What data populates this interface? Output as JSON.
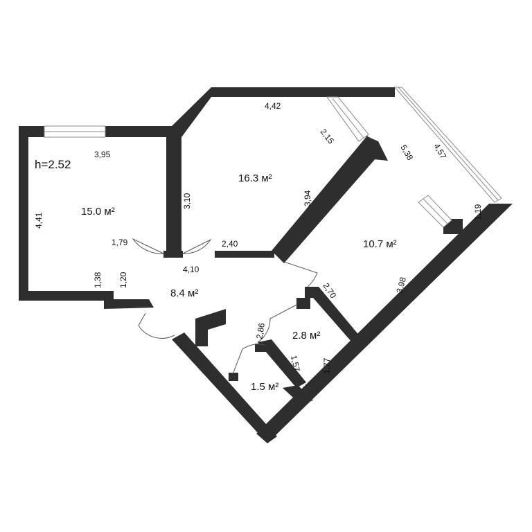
{
  "ceiling_height": "h=2.52",
  "rooms": [
    {
      "id": "room-left",
      "area": "15.0 м²"
    },
    {
      "id": "room-top",
      "area": "16.3 м²"
    },
    {
      "id": "room-right",
      "area": "10.7 м²"
    },
    {
      "id": "hall",
      "area": "8.4 м²"
    },
    {
      "id": "bath",
      "area": "2.8 м²"
    },
    {
      "id": "wc",
      "area": "1.5 м²"
    }
  ],
  "dimensions": {
    "d_395": "3,95",
    "d_441": "4,41",
    "d_179": "1,79",
    "d_138": "1,38",
    "d_120": "1,20",
    "d_442": "4,42",
    "d_215": "2,15",
    "d_310": "3,10",
    "d_394": "3,94",
    "d_240": "2,40",
    "d_410": "4,10",
    "d_538": "5,38",
    "d_457": "4,57",
    "d_119": "1,19",
    "d_398": "3,98",
    "d_270": "2,70",
    "d_286": "2,86",
    "d_157": "1,57",
    "d_177": "1,77"
  }
}
